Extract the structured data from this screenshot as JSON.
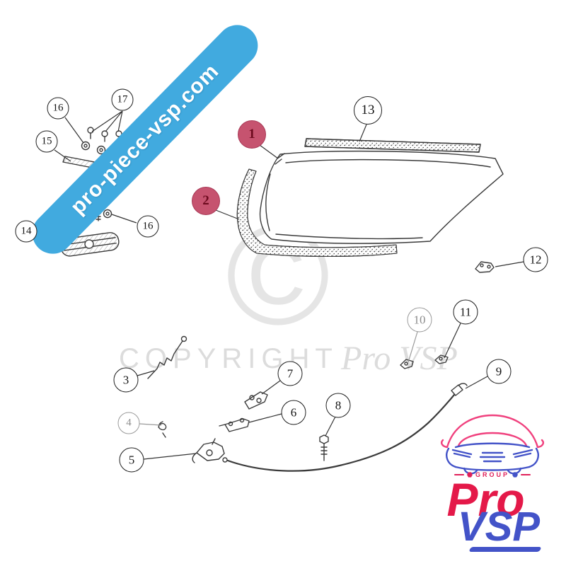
{
  "ribbon": {
    "text": "pro-piece-vsp.com",
    "color": "#41aadf"
  },
  "watermark": {
    "symbol": "©",
    "copyright": "COPYRIGHT",
    "brand": "Pro VSP",
    "color": "#dedede"
  },
  "callouts": {
    "c1": {
      "label": "1",
      "highlighted": true
    },
    "c2": {
      "label": "2",
      "highlighted": true
    },
    "c3": {
      "label": "3"
    },
    "c4": {
      "label": "4"
    },
    "c5": {
      "label": "5"
    },
    "c6": {
      "label": "6"
    },
    "c7": {
      "label": "7"
    },
    "c8": {
      "label": "8"
    },
    "c9": {
      "label": "9"
    },
    "c10": {
      "label": "10"
    },
    "c11": {
      "label": "11"
    },
    "c12": {
      "label": "12"
    },
    "c13": {
      "label": "13"
    },
    "c14": {
      "label": "14"
    },
    "c15": {
      "label": "15"
    },
    "c16a": {
      "label": "16"
    },
    "c16b": {
      "label": "16"
    },
    "c17": {
      "label": "17"
    }
  },
  "logo": {
    "group": "GROUP",
    "line1": "Pro",
    "line2": "VSP",
    "red": "#e41949",
    "blue": "#4353c8"
  },
  "colors": {
    "highlight_fill": "#c6536f",
    "highlight_text": "#6d0a1e",
    "line_art": "#3b3b3b"
  }
}
